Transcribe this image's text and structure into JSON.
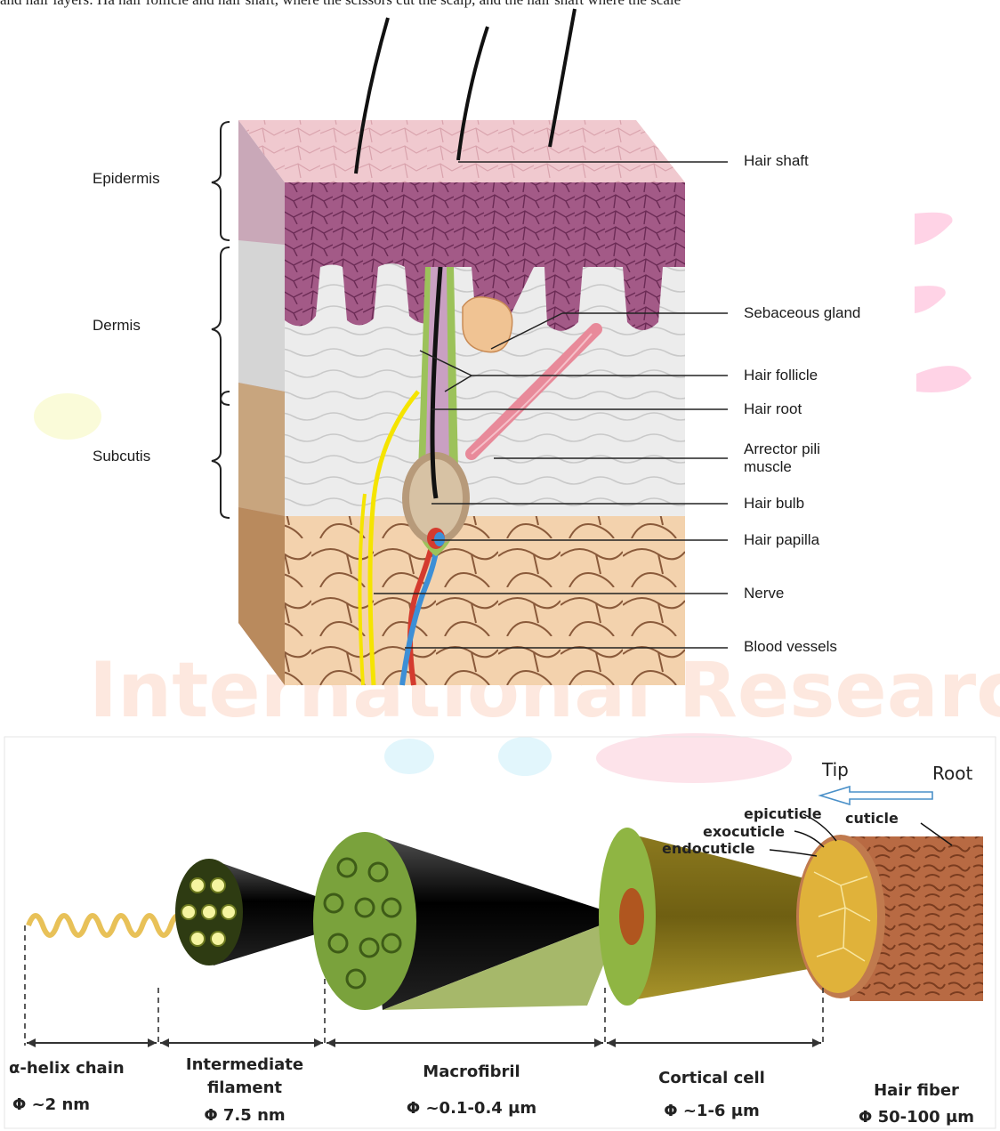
{
  "caption": "and hair layers: Ha hair follicle and hair shaft, where the scissors cut the scalp, and the hair shaft where the scale",
  "skin_diagram": {
    "layers": [
      "Epidermis",
      "Dermis",
      "Subcutis"
    ],
    "callouts": [
      "Hair shaft",
      "Sebaceous gland",
      "Hair follicle",
      "Hair root",
      "Arrector pili\nmuscle",
      "Hair bulb",
      "Hair papilla",
      "Nerve",
      "Blood vessels"
    ]
  },
  "fiber_diagram": {
    "direction": {
      "tip": "Tip",
      "root": "Root"
    },
    "cuticle_labels": [
      "epicuticle",
      "exocuticle",
      "endocuticle",
      "cuticle"
    ],
    "structures": [
      {
        "name": "α-helix chain",
        "size": "Φ ~2 nm"
      },
      {
        "name": "Intermediate\nfilament",
        "size": "Φ 7.5 nm"
      },
      {
        "name": "Macrofibril",
        "size": "Φ ~0.1-0.4 μm"
      },
      {
        "name": "Cortical cell",
        "size": "Φ ~1-6 μm"
      },
      {
        "name": "Hair fiber",
        "size": "Φ 50-100 μm"
      }
    ]
  },
  "watermark": "International Research Journal",
  "colors": {
    "epidermis": "#a35a87",
    "epidermis_top": "#f0c9cf",
    "dermis": "#e7e7e7",
    "subcutis": "#f3d2ad",
    "nerve": "#f5e400",
    "artery": "#d43b2f",
    "vein": "#3d8fd6",
    "follicle": "#9cc25a",
    "muscle": "#e88a9a",
    "gland": "#f0c393"
  }
}
